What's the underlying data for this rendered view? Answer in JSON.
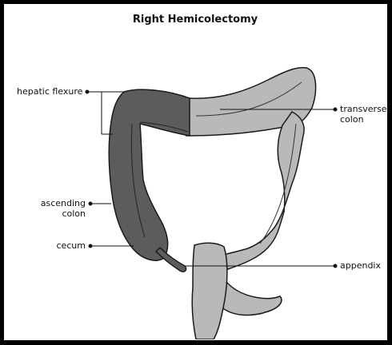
{
  "title": "Right Hemicolectomy",
  "labels": {
    "hepatic_flexure": "hepatic flexure",
    "transverse_line1": "transverse",
    "transverse_line2": "colon",
    "ascending_line1": "ascending",
    "ascending_line2": "colon",
    "cecum": "cecum",
    "appendix": "appendix"
  },
  "colors": {
    "resected": "#5c5c5c",
    "remaining": "#b9b9b9",
    "outline": "#1a1a1a"
  }
}
